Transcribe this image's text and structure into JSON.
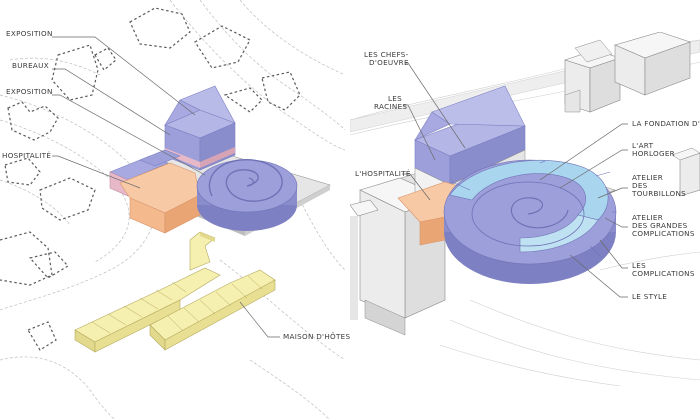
{
  "left_labels": {
    "exposition_top": "EXPOSITION",
    "bureaux": "BUREAUX",
    "exposition_mid": "EXPOSITION",
    "hospitalite": "HOSPITALITÉ",
    "maison_hotes": "MAISON D'HÔTES"
  },
  "right_labels": {
    "chefs_line1": "LES CHEFS-",
    "chefs_line2": "D'OEUVRE",
    "racines_line1": "LES",
    "racines_line2": "RACINES",
    "hospitalite": "L'HOSPITALITÉ",
    "fondation": "LA FONDATION D'AP",
    "art_line1": "L'ART",
    "art_line2": "HORLOGER",
    "tourbillons_line1": "ATELIER",
    "tourbillons_line2": "DES",
    "tourbillons_line3": "TOURBILLONS",
    "grandes_line1": "ATELIER",
    "grandes_line2": "DES GRANDES",
    "grandes_line3": "COMPLICATIONS",
    "complications_line1": "LES",
    "complications_line2": "COMPLICATIONS",
    "style": "LE STYLE"
  },
  "colors": {
    "purple": "#9c9fd9",
    "purple_dark": "#7d80c2",
    "pink": "#e7b8c8",
    "orange": "#f5b98e",
    "yellow": "#f2eba0",
    "light_blue": "#a9d6ee",
    "grey_base": "#dcdcdc",
    "building_top": "#f4f4f4",
    "building_side": "#e2e2e2"
  }
}
